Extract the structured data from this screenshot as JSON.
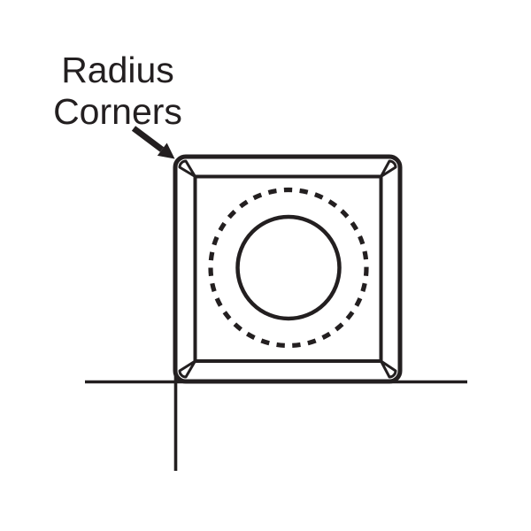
{
  "colors": {
    "background": "#ffffff",
    "ink": "#231f20"
  },
  "annotation": {
    "line1": "Radius",
    "line2": "Corners"
  },
  "diagram": {
    "shapes": [
      "leader-arrow",
      "outer-square-rounded",
      "face-bevel-square",
      "corner-radius-facets",
      "dashed-circle",
      "center-hole-circle",
      "horizontal-datum-line",
      "vertical-datum-line"
    ]
  }
}
